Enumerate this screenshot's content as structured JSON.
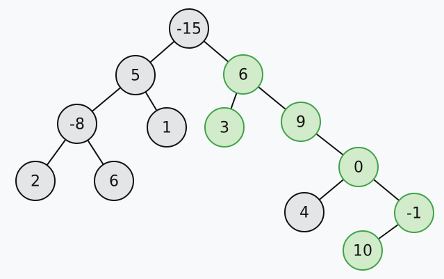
{
  "colors": {
    "background": "#f8f9fa",
    "default_fill": "#e4e5e6",
    "default_stroke": "#111111",
    "highlight_fill": "#d2ebcb",
    "highlight_stroke": "#3fa34a",
    "edge": "#111111",
    "text": "#111111"
  },
  "tree": {
    "nodes": [
      {
        "id": "n1",
        "label": "-15",
        "highlighted": false
      },
      {
        "id": "n2",
        "label": "5",
        "highlighted": false
      },
      {
        "id": "n3",
        "label": "6",
        "highlighted": true
      },
      {
        "id": "n4",
        "label": "-8",
        "highlighted": false
      },
      {
        "id": "n5",
        "label": "1",
        "highlighted": false
      },
      {
        "id": "n6",
        "label": "3",
        "highlighted": true
      },
      {
        "id": "n7",
        "label": "9",
        "highlighted": true
      },
      {
        "id": "n8",
        "label": "2",
        "highlighted": false
      },
      {
        "id": "n9",
        "label": "6",
        "highlighted": false
      },
      {
        "id": "n10",
        "label": "0",
        "highlighted": true
      },
      {
        "id": "n11",
        "label": "4",
        "highlighted": false
      },
      {
        "id": "n12",
        "label": "-1",
        "highlighted": true
      },
      {
        "id": "n13",
        "label": "10",
        "highlighted": true
      }
    ],
    "edges": [
      [
        "n1",
        "n2"
      ],
      [
        "n1",
        "n3"
      ],
      [
        "n2",
        "n4"
      ],
      [
        "n2",
        "n5"
      ],
      [
        "n3",
        "n6"
      ],
      [
        "n3",
        "n7"
      ],
      [
        "n4",
        "n8"
      ],
      [
        "n4",
        "n9"
      ],
      [
        "n7",
        "n10"
      ],
      [
        "n10",
        "n11"
      ],
      [
        "n10",
        "n12"
      ],
      [
        "n12",
        "n13"
      ]
    ]
  }
}
